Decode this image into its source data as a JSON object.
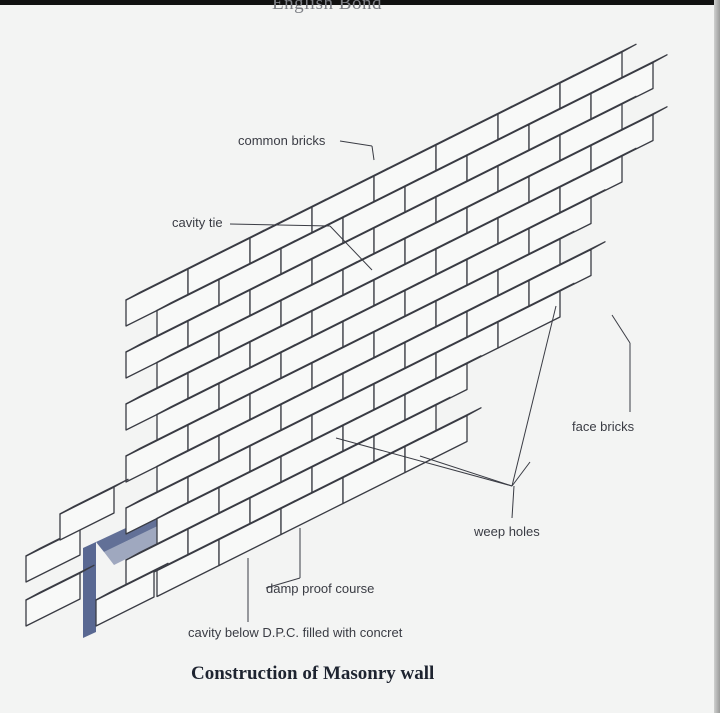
{
  "header_title": "English Bond",
  "caption": "Construction of Masonry wall",
  "labels": {
    "common_bricks": "common bricks",
    "cavity_tie": "cavity tie",
    "face_bricks": "face bricks",
    "weep_holes": "weep holes",
    "damp_proof_course": "damp proof course",
    "cavity_below_dpc": "cavity below D.P.C. filled with concret"
  },
  "colors": {
    "ink": "#3a3c44",
    "paper": "#f3f4f3",
    "dpc_blue": "#3d4f80"
  }
}
